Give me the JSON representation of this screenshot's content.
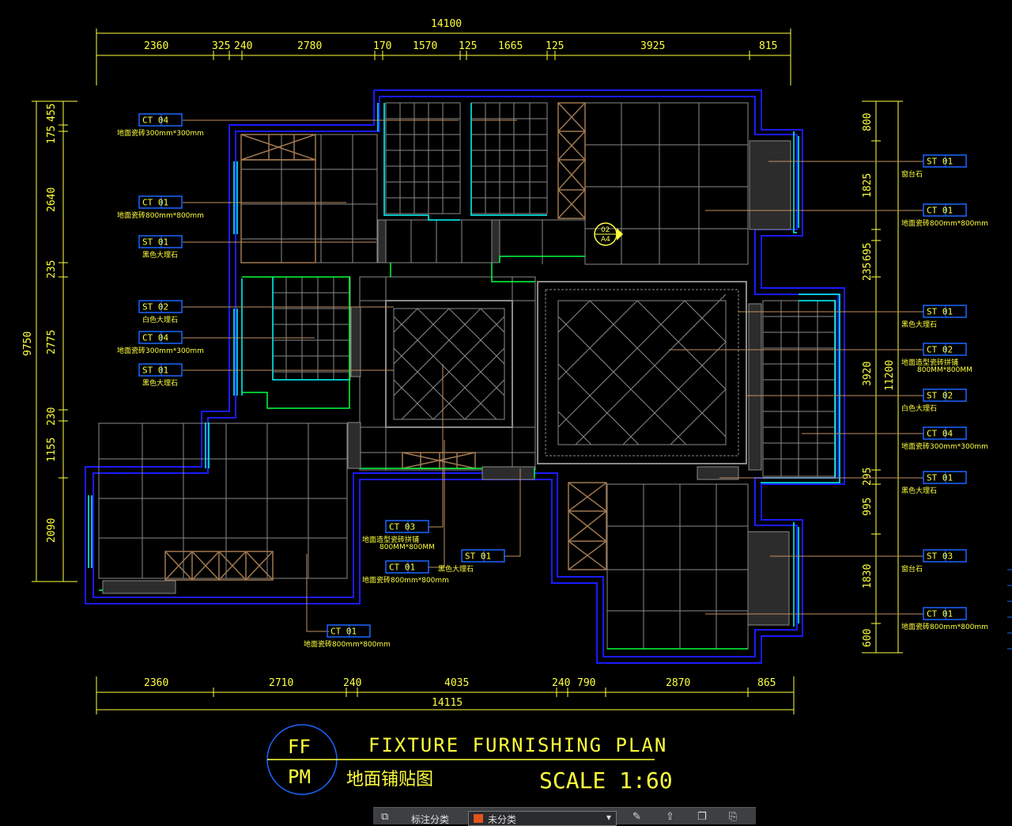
{
  "drawing": {
    "overall_top": "14100",
    "overall_bottom": "14115",
    "overall_left": "9750",
    "overall_right": "11200",
    "top_dims": [
      "2360",
      "325",
      "240",
      "2780",
      "170",
      "1570",
      "125",
      "1665",
      "125",
      "3925",
      "815"
    ],
    "bottom_dims": [
      "2360",
      "2710",
      "240",
      "4035",
      "240",
      "790",
      "2870",
      "865"
    ],
    "left_dims": [
      "175",
      "455",
      "2640",
      "235",
      "2775",
      "230",
      "1155",
      "2090"
    ],
    "right_dims": [
      "800",
      "1825",
      "235",
      "695",
      "3920",
      "295",
      "995",
      "1830",
      "600"
    ],
    "section_marker": [
      "02",
      "A4"
    ]
  },
  "tags": [
    {
      "code": "CT  04",
      "note": "地面瓷砖300mm*300mm"
    },
    {
      "code": "CT  01",
      "note": "地面瓷砖800mm*800mm"
    },
    {
      "code": "ST  01",
      "note": "黑色大理石"
    },
    {
      "code": "ST  02",
      "note": "白色大理石"
    },
    {
      "code": "CT  04",
      "note": "地面瓷砖300mm*300mm"
    },
    {
      "code": "ST  01",
      "note": "黑色大理石"
    },
    {
      "code": "CT  03",
      "note": "地面造型瓷砖拼铺",
      "note2": "800MM*800MM"
    },
    {
      "code": "CT  01",
      "note": "地面瓷砖800mm*800mm"
    },
    {
      "code": "ST  01",
      "note": "黑色大理石"
    },
    {
      "code": "CT  01",
      "note": "地面瓷砖800mm*800mm"
    },
    {
      "code": "ST  01",
      "note": "窗台石"
    },
    {
      "code": "CT  01",
      "note": "地面瓷砖800mm*800mm"
    },
    {
      "code": "ST  01",
      "note": "黑色大理石"
    },
    {
      "code": "CT  02",
      "note": "地面造型瓷砖拼铺",
      "note2": "800MM*800MM"
    },
    {
      "code": "ST  02",
      "note": "白色大理石"
    },
    {
      "code": "CT  04",
      "note": "地面瓷砖300mm*300mm"
    },
    {
      "code": "ST  01",
      "note": "黑色大理石"
    },
    {
      "code": "ST  03",
      "note": "窗台石"
    },
    {
      "code": "CT  01",
      "note": "地面瓷砖800mm*800mm"
    }
  ],
  "title": {
    "circle_top": "FF",
    "circle_bottom": "PM",
    "main": "FIXTURE FURNISHING PLAN",
    "sub": "地面铺贴图",
    "scale": "SCALE 1:60"
  },
  "toolbar": {
    "layer_label": "标注分类",
    "layer_value": "未分类",
    "accent": "#e2541a"
  },
  "colors": {
    "wall": "#1a1aff",
    "dim": "#ffff3c",
    "window": "#00ffff",
    "green": "#00ff40",
    "grid": "#8a8a8a",
    "furniture": "#a07850"
  }
}
